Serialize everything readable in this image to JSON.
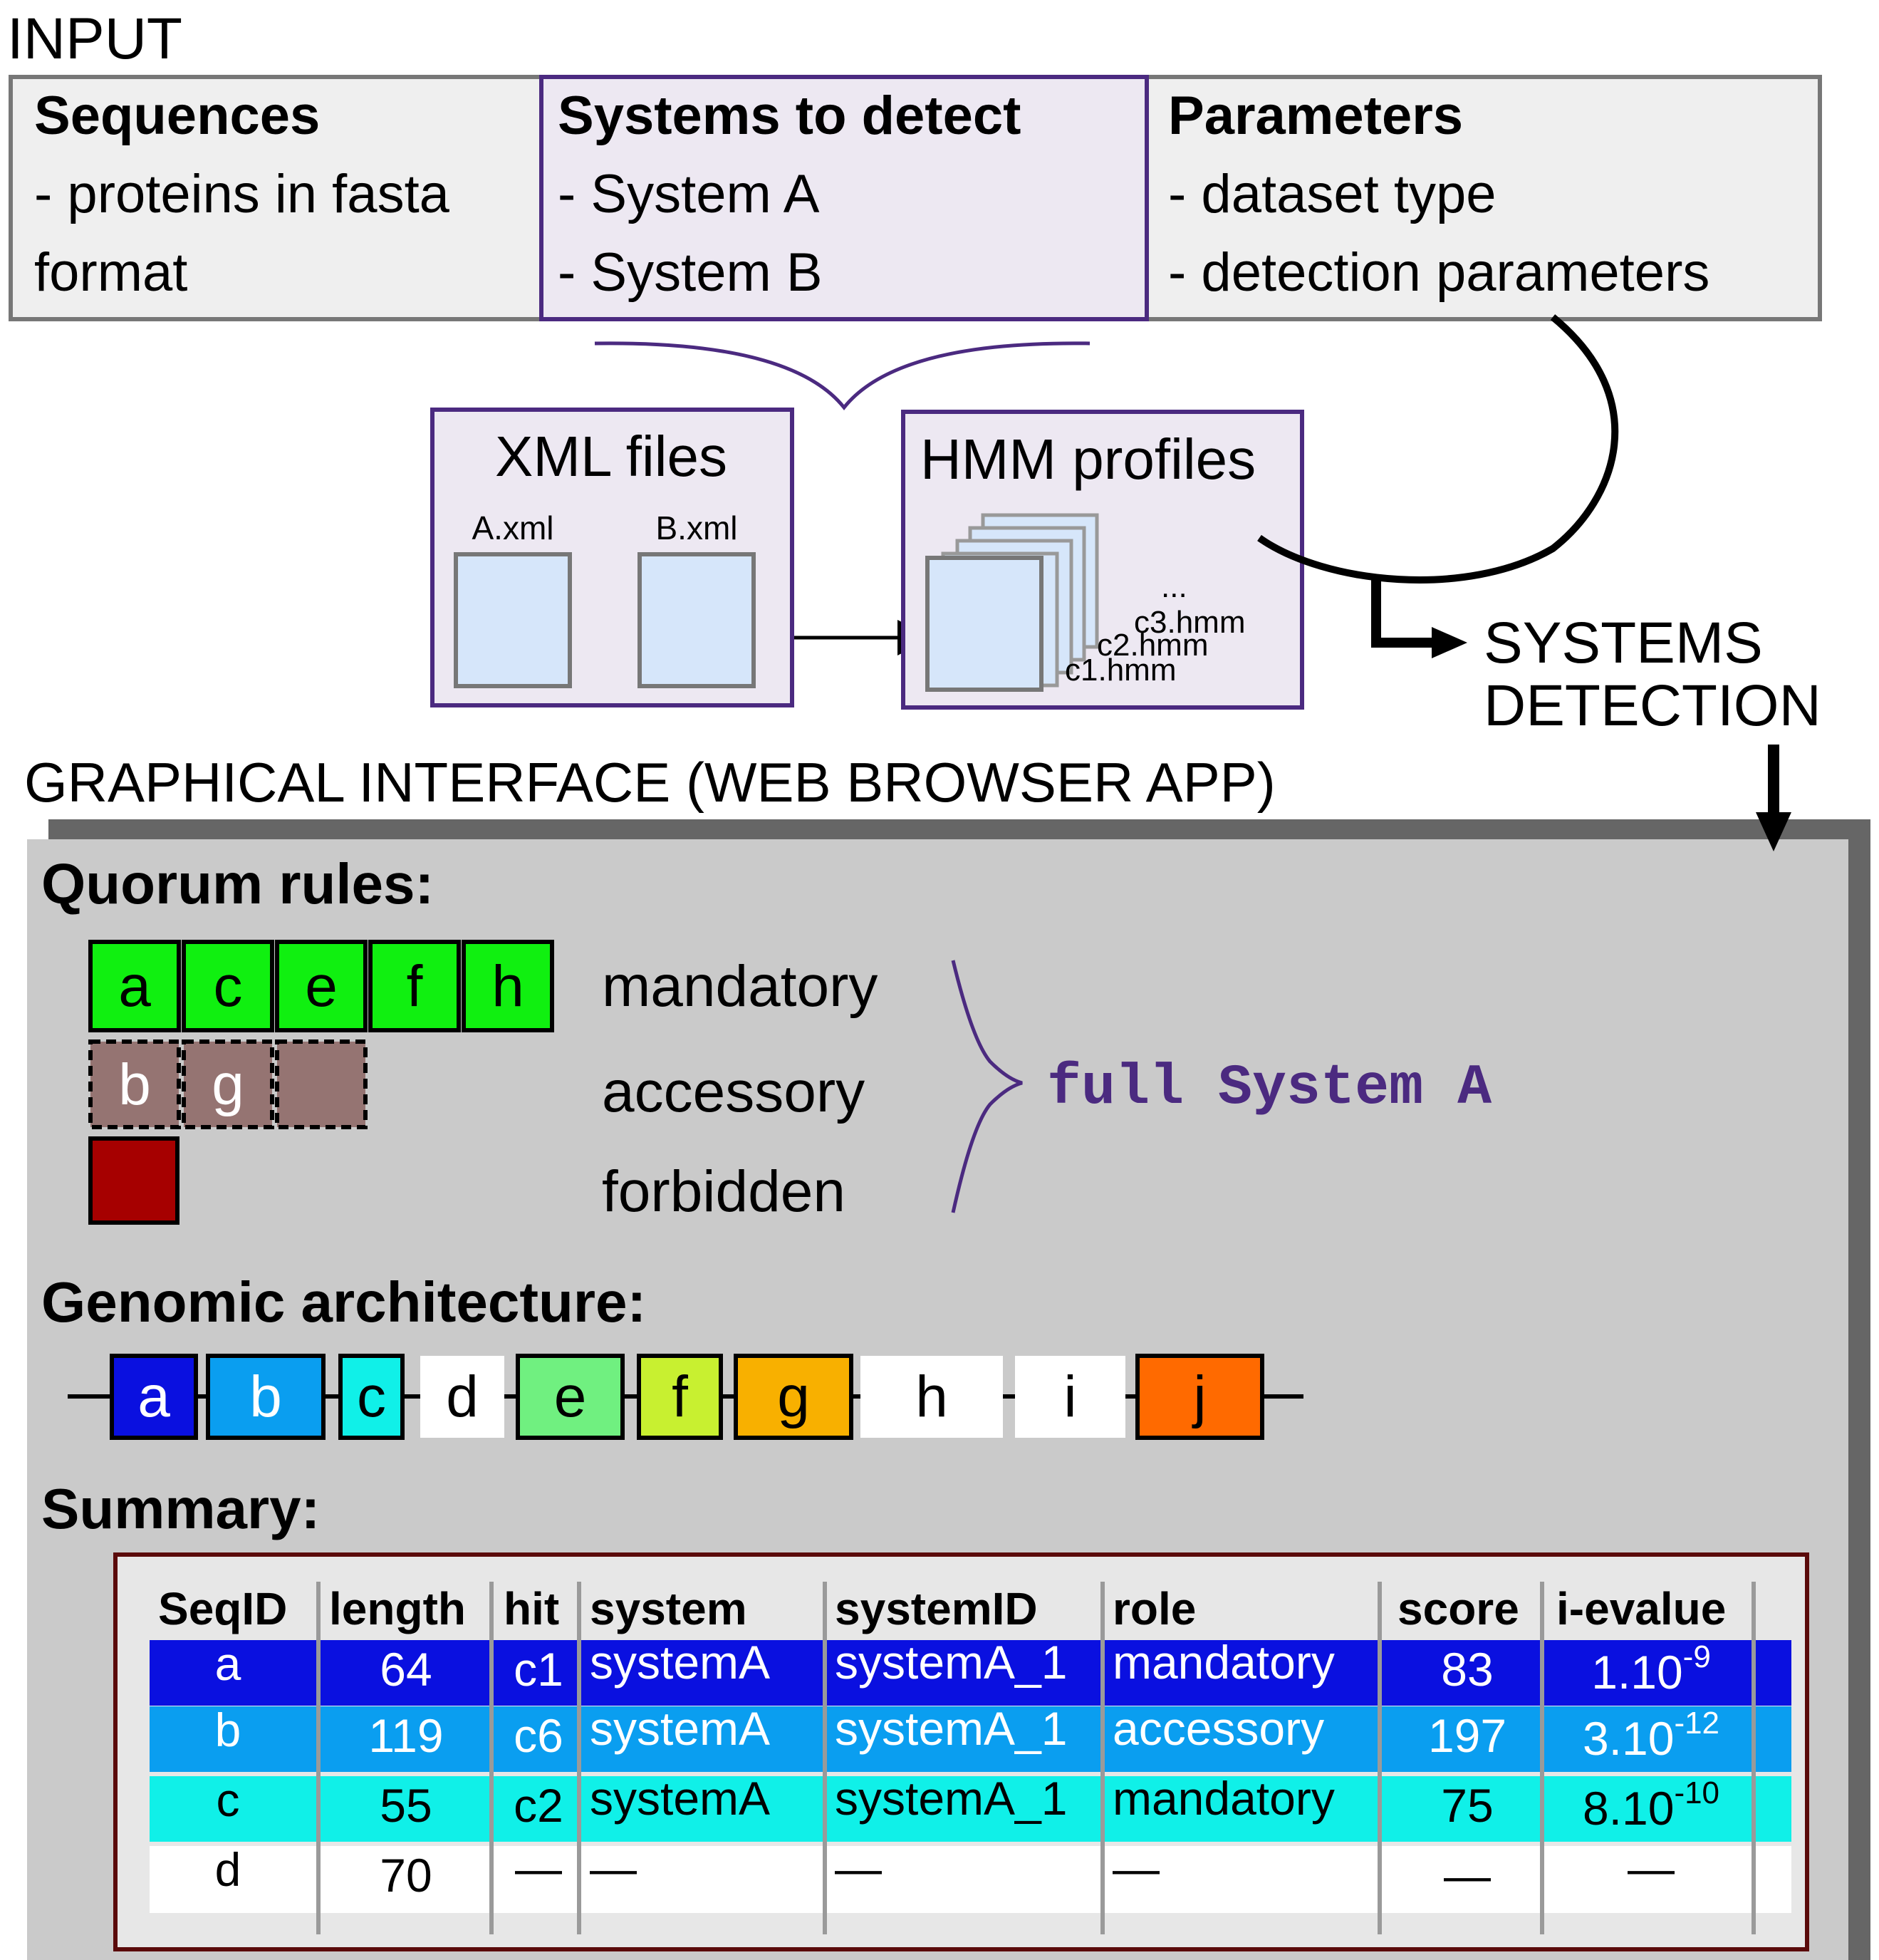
{
  "input": {
    "title": "INPUT",
    "sequences": {
      "heading": "Sequences",
      "line1": "- proteins in fasta",
      "line2": "format"
    },
    "systems": {
      "heading": "Systems to detect",
      "line1": "- System A",
      "line2": "- System B"
    },
    "parameters": {
      "heading": "Parameters",
      "line1": "- dataset type",
      "line2": "- detection parameters"
    }
  },
  "xml": {
    "title": "XML files",
    "files": [
      "A.xml",
      "B.xml"
    ]
  },
  "hmm": {
    "title": "HMM profiles",
    "files": [
      "c1.hmm",
      "c2.hmm",
      "c3.hmm"
    ],
    "more": "..."
  },
  "detection": {
    "line1": "SYSTEMS",
    "line2": "DETECTION"
  },
  "gui": {
    "title": "GRAPHICAL INTERFACE (WEB BROWSER APP)",
    "quorum": {
      "heading": "Quorum rules:",
      "mandatory_label": "mandatory",
      "accessory_label": "accessory",
      "forbidden_label": "forbidden",
      "mandatory": [
        "a",
        "c",
        "e",
        "f",
        "h"
      ],
      "accessory": [
        "b",
        "g",
        ""
      ],
      "forbidden": [
        ""
      ],
      "result": "full System A"
    },
    "genomic": {
      "heading": "Genomic architecture:",
      "genes": [
        {
          "label": "a",
          "color": "#0a10e0",
          "text_color": "#ffffff"
        },
        {
          "label": "b",
          "color": "#0a9ef0",
          "text_color": "#ffffff"
        },
        {
          "label": "c",
          "color": "#10f0e8",
          "text_color": "#000000"
        },
        {
          "label": "d",
          "color": "#ffffff",
          "text_color": "#000000"
        },
        {
          "label": "e",
          "color": "#70f080",
          "text_color": "#000000"
        },
        {
          "label": "f",
          "color": "#c8f030",
          "text_color": "#000000"
        },
        {
          "label": "g",
          "color": "#f8b000",
          "text_color": "#000000"
        },
        {
          "label": "h",
          "color": "#ffffff",
          "text_color": "#000000"
        },
        {
          "label": "i",
          "color": "#ffffff",
          "text_color": "#000000"
        },
        {
          "label": "j",
          "color": "#ff6a00",
          "text_color": "#000000"
        }
      ]
    },
    "summary": {
      "heading": "Summary:",
      "columns": [
        "SeqID",
        "length",
        "hit",
        "system",
        "systemID",
        "role",
        "score",
        "i-evalue"
      ],
      "rows": [
        {
          "color": "#0a10e0",
          "text_color": "#ffffff",
          "cells": [
            "a",
            "64",
            "c1",
            "systemA",
            "systemA_1",
            "mandatory",
            "83"
          ],
          "evalue_base": "1.10",
          "evalue_exp": "-9"
        },
        {
          "color": "#0a9ef0",
          "text_color": "#ffffff",
          "cells": [
            "b",
            "119",
            "c6",
            "systemA",
            "systemA_1",
            "accessory",
            "197"
          ],
          "evalue_base": "3.10",
          "evalue_exp": "-12"
        },
        {
          "color": "#10f0e8",
          "text_color": "#000000",
          "cells": [
            "c",
            "55",
            "c2",
            "systemA",
            "systemA_1",
            "mandatory",
            "75"
          ],
          "evalue_base": "8.10",
          "evalue_exp": "-10"
        },
        {
          "color": "#ffffff",
          "text_color": "#000000",
          "cells": [
            "d",
            "70",
            "—",
            "—",
            "—",
            "—",
            "—"
          ],
          "evalue_base": "—",
          "evalue_exp": ""
        }
      ]
    }
  },
  "colors": {
    "purple": "#4b2a80",
    "purple_fill": "#ede8f2",
    "gray_box_fill": "#efefef",
    "panel_gray": "#cacaca",
    "panel_shadow": "#666666",
    "file_fill": "#d6e6fa",
    "mandatory_green": "#10f010",
    "accessory_brown": "#957472",
    "forbidden_red": "#a60000",
    "summary_border": "#5a0a0a"
  }
}
